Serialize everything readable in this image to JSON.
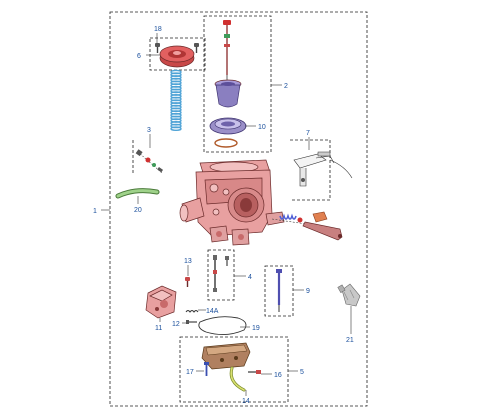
{
  "diagram": {
    "callouts": [
      "18",
      "6",
      "2",
      "10",
      "3",
      "7",
      "1",
      "20",
      "13",
      "4",
      "9",
      "14A",
      "11",
      "12",
      "19",
      "21",
      "17",
      "5",
      "16",
      "14"
    ]
  },
  "colors": {
    "body": "#e8a0a0",
    "body_dark": "#c86a6a",
    "outline": "#6b2a2a",
    "spring_blue": "#4fa3d6",
    "diaphragm_purple": "#8a7fc0",
    "bowl_brown": "#b08060",
    "gray": "#b8b8b8",
    "callout_text": "#1a4f9c",
    "line": "#222222"
  }
}
